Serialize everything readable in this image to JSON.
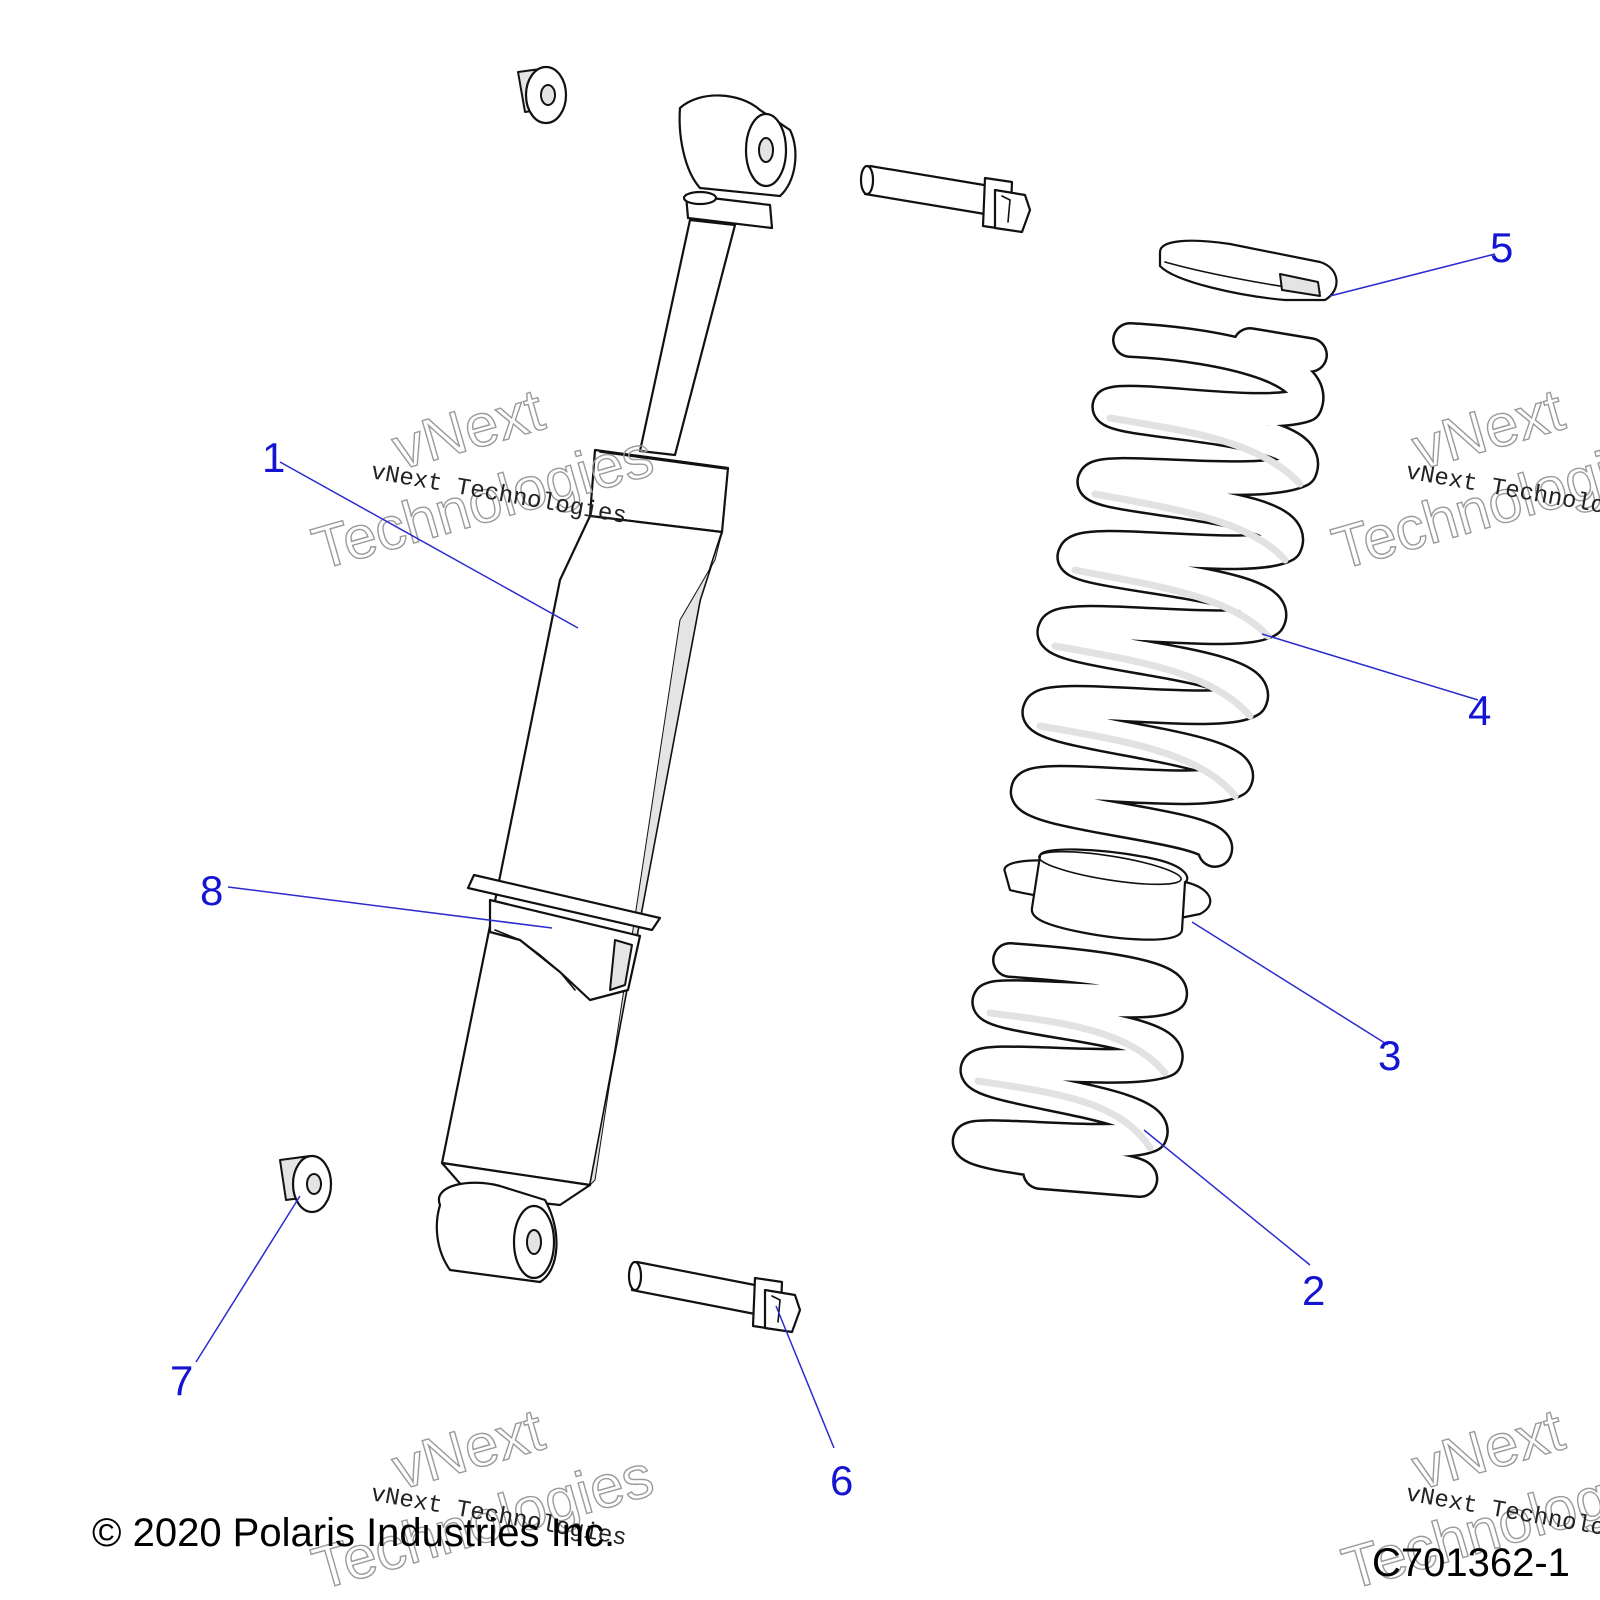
{
  "callouts": [
    {
      "label": "1"
    },
    {
      "label": "2"
    },
    {
      "label": "3"
    },
    {
      "label": "4"
    },
    {
      "label": "5"
    },
    {
      "label": "6"
    },
    {
      "label": "7"
    },
    {
      "label": "8"
    }
  ],
  "watermark": {
    "line1": "vNext",
    "line2": "Technologies",
    "small": "vNext Technologies"
  },
  "footer": {
    "copyright": "© 2020 Polaris Industries Inc.",
    "figure_id": "C701362-1"
  },
  "colors": {
    "callout": "#1414d2",
    "leader": "#2b2bd0",
    "line_art": "#111111",
    "watermark": "#9a9a9a"
  }
}
